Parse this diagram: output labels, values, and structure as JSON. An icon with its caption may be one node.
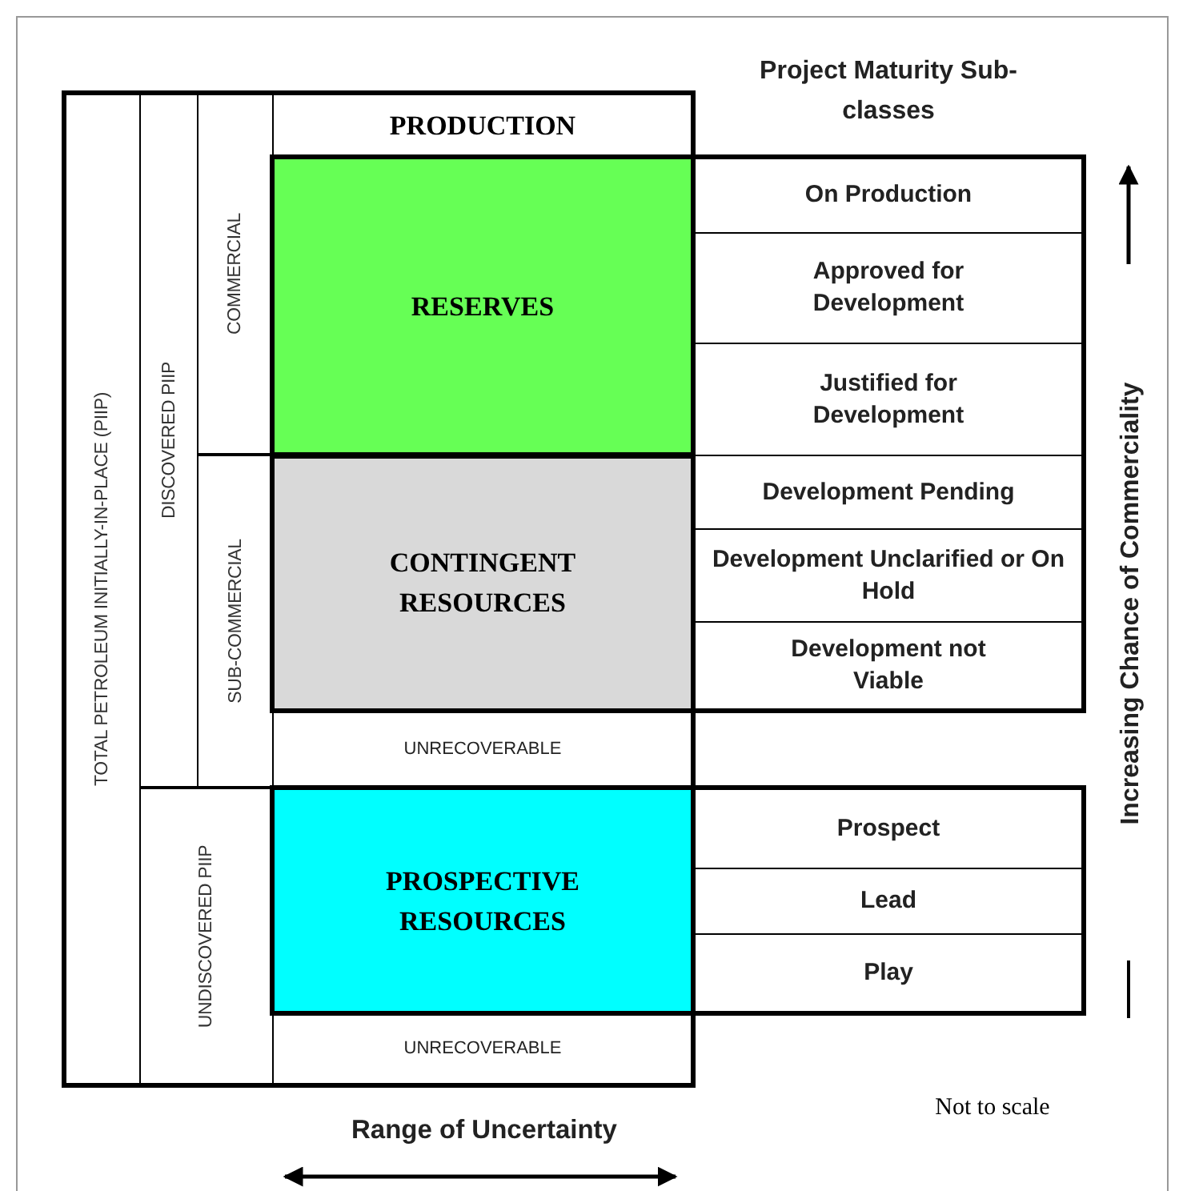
{
  "diagram": {
    "nodes": [
      {
        "text": [
          "TOTAL PETROLEUM INITIALLY-IN-PLACE (PIIP)"
        ]
      },
      {
        "text": [
          "DISCOVERED PIIP"
        ]
      },
      {
        "text": [
          "COMMERCIAL"
        ]
      },
      {
        "text": [
          "SUB-COMMERCIAL"
        ]
      },
      {
        "text": [
          "UNDISCOVERED PIIP"
        ]
      },
      {
        "text": [
          "PRODUCTION"
        ]
      },
      {
        "text": [
          "RESERVES"
        ]
      },
      {
        "text": [
          "CONTINGENT RESOURCES"
        ]
      },
      {
        "text": [
          "UNRECOVERABLE"
        ]
      },
      {
        "text": [
          "PROSPECTIVE RESOURCES"
        ]
      },
      {
        "text": [
          "UNRECOVERABLE"
        ]
      },
      {
        "text": [
          "On Production"
        ]
      },
      {
        "text": [
          "Approved for Development"
        ]
      },
      {
        "text": [
          "Justified for Development"
        ]
      },
      {
        "text": [
          "Development Pending"
        ]
      },
      {
        "text": [
          "Development Unclarified or On Hold"
        ]
      },
      {
        "text": [
          "Development not Viable"
        ]
      },
      {
        "text": [
          "Prospect"
        ]
      },
      {
        "text": [
          "Lead"
        ]
      },
      {
        "text": [
          "Play"
        ]
      }
    ],
    "labels": [
      "Project Maturity Sub-classes",
      "Increasing Chance of Commerciality",
      "Range of Uncertainty",
      "Not to scale"
    ]
  }
}
